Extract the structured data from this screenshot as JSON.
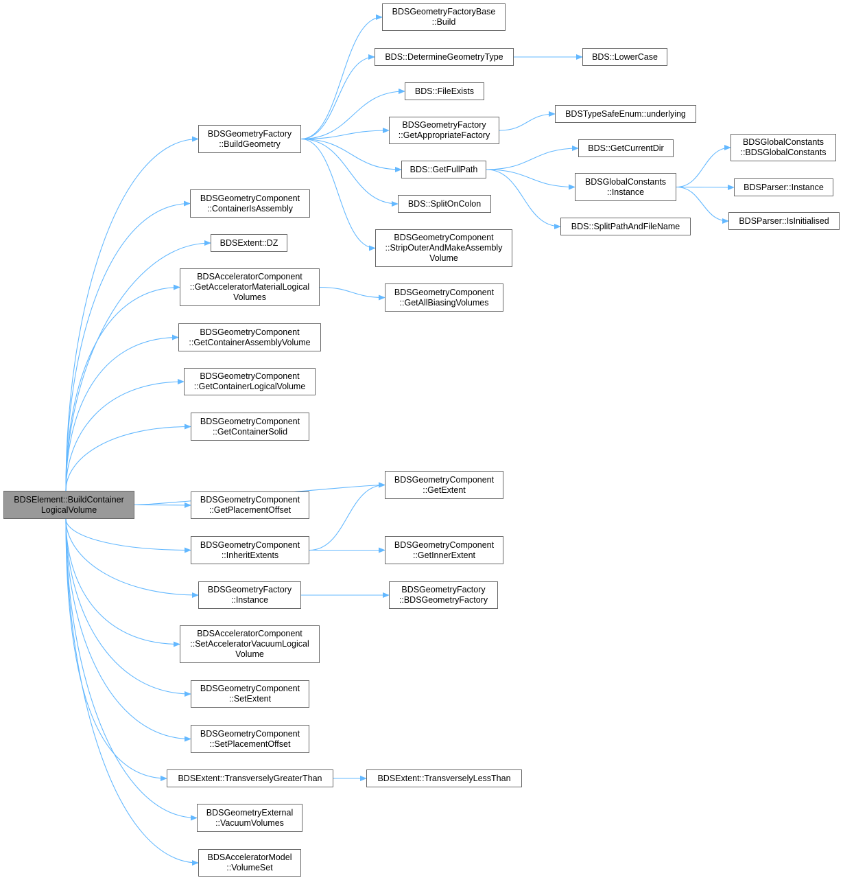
{
  "colors": {
    "edge": "#63b8ff",
    "node_border": "#666666",
    "root_fill": "#999999"
  },
  "root": {
    "id": "root",
    "lines": [
      "BDSElement::BuildContainer",
      "LogicalVolume"
    ]
  },
  "nodes": [
    {
      "id": "gfb_build",
      "lines": [
        "BDSGeometryFactoryBase",
        "::Build"
      ]
    },
    {
      "id": "det_geom",
      "lines": [
        "BDS::DetermineGeometryType"
      ]
    },
    {
      "id": "lowercase",
      "lines": [
        "BDS::LowerCase"
      ]
    },
    {
      "id": "fileexists",
      "lines": [
        "BDS::FileExists"
      ]
    },
    {
      "id": "underlying",
      "lines": [
        "BDSTypeSafeEnum::underlying"
      ]
    },
    {
      "id": "gf_buildgeom",
      "lines": [
        "BDSGeometryFactory",
        "::BuildGeometry"
      ]
    },
    {
      "id": "gf_getapprop",
      "lines": [
        "BDSGeometryFactory",
        "::GetAppropriateFactory"
      ]
    },
    {
      "id": "bgc_ctor",
      "lines": [
        "BDSGlobalConstants",
        "::BDSGlobalConstants"
      ]
    },
    {
      "id": "getcurrentdir",
      "lines": [
        "BDS::GetCurrentDir"
      ]
    },
    {
      "id": "getfullpath",
      "lines": [
        "BDS::GetFullPath"
      ]
    },
    {
      "id": "bgc_instance",
      "lines": [
        "BDSGlobalConstants",
        "::Instance"
      ]
    },
    {
      "id": "parser_instance",
      "lines": [
        "BDSParser::Instance"
      ]
    },
    {
      "id": "splitoncolon",
      "lines": [
        "BDS::SplitOnColon"
      ]
    },
    {
      "id": "bgcomp_isassembly",
      "lines": [
        "BDSGeometryComponent",
        "::ContainerIsAssembly"
      ]
    },
    {
      "id": "parser_isinit",
      "lines": [
        "BDSParser::IsInitialised"
      ]
    },
    {
      "id": "splitpath",
      "lines": [
        "BDS::SplitPathAndFileName"
      ]
    },
    {
      "id": "stripouter",
      "lines": [
        "BDSGeometryComponent",
        "::StripOuterAndMakeAssembly",
        "Volume"
      ]
    },
    {
      "id": "extent_dz",
      "lines": [
        "BDSExtent::DZ"
      ]
    },
    {
      "id": "acc_getmat",
      "lines": [
        "BDSAcceleratorComponent",
        "::GetAcceleratorMaterialLogical",
        "Volumes"
      ]
    },
    {
      "id": "bgcomp_allbias",
      "lines": [
        "BDSGeometryComponent",
        "::GetAllBiasingVolumes"
      ]
    },
    {
      "id": "bgcomp_contassembly",
      "lines": [
        "BDSGeometryComponent",
        "::GetContainerAssemblyVolume"
      ]
    },
    {
      "id": "bgcomp_contlogical",
      "lines": [
        "BDSGeometryComponent",
        "::GetContainerLogicalVolume"
      ]
    },
    {
      "id": "bgcomp_contsolid",
      "lines": [
        "BDSGeometryComponent",
        "::GetContainerSolid"
      ]
    },
    {
      "id": "bgcomp_getextent",
      "lines": [
        "BDSGeometryComponent",
        "::GetExtent"
      ]
    },
    {
      "id": "bgcomp_placeoffset",
      "lines": [
        "BDSGeometryComponent",
        "::GetPlacementOffset"
      ]
    },
    {
      "id": "bgcomp_inherit",
      "lines": [
        "BDSGeometryComponent",
        "::InheritExtents"
      ]
    },
    {
      "id": "bgcomp_innerextent",
      "lines": [
        "BDSGeometryComponent",
        "::GetInnerExtent"
      ]
    },
    {
      "id": "gf_instance",
      "lines": [
        "BDSGeometryFactory",
        "::Instance"
      ]
    },
    {
      "id": "gf_ctor",
      "lines": [
        "BDSGeometryFactory",
        "::BDSGeometryFactory"
      ]
    },
    {
      "id": "acc_setvac",
      "lines": [
        "BDSAcceleratorComponent",
        "::SetAcceleratorVacuumLogical",
        "Volume"
      ]
    },
    {
      "id": "bgcomp_setextent",
      "lines": [
        "BDSGeometryComponent",
        "::SetExtent"
      ]
    },
    {
      "id": "bgcomp_setplace",
      "lines": [
        "BDSGeometryComponent",
        "::SetPlacementOffset"
      ]
    },
    {
      "id": "ext_greater",
      "lines": [
        "BDSExtent::TransverselyGreaterThan"
      ]
    },
    {
      "id": "ext_less",
      "lines": [
        "BDSExtent::TransverselyLessThan"
      ]
    },
    {
      "id": "ext_vacuum",
      "lines": [
        "BDSGeometryExternal",
        "::VacuumVolumes"
      ]
    },
    {
      "id": "am_volumeset",
      "lines": [
        "BDSAcceleratorModel",
        "::VolumeSet"
      ]
    }
  ],
  "edges": [
    [
      "root",
      "gf_buildgeom"
    ],
    [
      "root",
      "bgcomp_isassembly"
    ],
    [
      "root",
      "extent_dz"
    ],
    [
      "root",
      "acc_getmat"
    ],
    [
      "root",
      "bgcomp_contassembly"
    ],
    [
      "root",
      "bgcomp_contlogical"
    ],
    [
      "root",
      "bgcomp_contsolid"
    ],
    [
      "root",
      "bgcomp_getextent"
    ],
    [
      "root",
      "bgcomp_placeoffset"
    ],
    [
      "root",
      "bgcomp_inherit"
    ],
    [
      "root",
      "gf_instance"
    ],
    [
      "root",
      "acc_setvac"
    ],
    [
      "root",
      "bgcomp_setextent"
    ],
    [
      "root",
      "bgcomp_setplace"
    ],
    [
      "root",
      "ext_greater"
    ],
    [
      "root",
      "ext_vacuum"
    ],
    [
      "root",
      "am_volumeset"
    ],
    [
      "gf_buildgeom",
      "gfb_build"
    ],
    [
      "gf_buildgeom",
      "det_geom"
    ],
    [
      "gf_buildgeom",
      "fileexists"
    ],
    [
      "gf_buildgeom",
      "gf_getapprop"
    ],
    [
      "gf_buildgeom",
      "getfullpath"
    ],
    [
      "gf_buildgeom",
      "splitoncolon"
    ],
    [
      "gf_buildgeom",
      "stripouter"
    ],
    [
      "det_geom",
      "lowercase"
    ],
    [
      "gf_getapprop",
      "underlying"
    ],
    [
      "getfullpath",
      "getcurrentdir"
    ],
    [
      "getfullpath",
      "bgc_instance"
    ],
    [
      "getfullpath",
      "splitpath"
    ],
    [
      "bgc_instance",
      "bgc_ctor"
    ],
    [
      "bgc_instance",
      "parser_instance"
    ],
    [
      "bgc_instance",
      "parser_isinit"
    ],
    [
      "acc_getmat",
      "bgcomp_allbias"
    ],
    [
      "bgcomp_inherit",
      "bgcomp_getextent"
    ],
    [
      "bgcomp_inherit",
      "bgcomp_innerextent"
    ],
    [
      "gf_instance",
      "gf_ctor"
    ],
    [
      "ext_greater",
      "ext_less"
    ]
  ]
}
